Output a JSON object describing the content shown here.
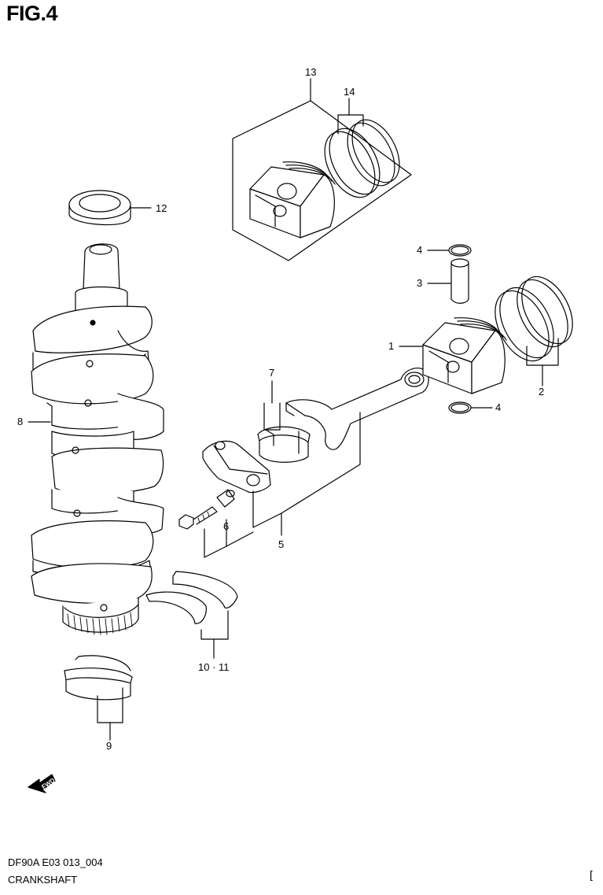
{
  "figure": {
    "title": "FIG.4",
    "code": "DF90A E03 013_004",
    "name": "CRANKSHAFT",
    "corner_mark": "["
  },
  "fwd_label": "FWD",
  "callouts": [
    {
      "id": "c1",
      "text": "1"
    },
    {
      "id": "c2",
      "text": "2"
    },
    {
      "id": "c3",
      "text": "3"
    },
    {
      "id": "c4a",
      "text": "4"
    },
    {
      "id": "c4b",
      "text": "4"
    },
    {
      "id": "c5",
      "text": "5"
    },
    {
      "id": "c6",
      "text": "6"
    },
    {
      "id": "c7",
      "text": "7"
    },
    {
      "id": "c8",
      "text": "8"
    },
    {
      "id": "c9",
      "text": "9"
    },
    {
      "id": "c10",
      "text": "10 · 11"
    },
    {
      "id": "c12",
      "text": "12"
    },
    {
      "id": "c13",
      "text": "13"
    },
    {
      "id": "c14",
      "text": "14"
    }
  ]
}
